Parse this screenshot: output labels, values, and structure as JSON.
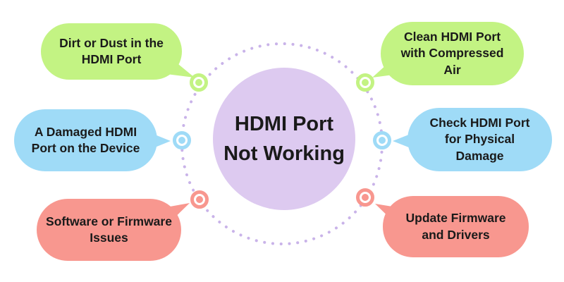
{
  "center": {
    "title": "HDMI Port\nNot Working"
  },
  "bubbles": [
    {
      "id": "dirt-or-dust",
      "side": "left",
      "color": "green",
      "text": "Dirt or Dust in the\nHDMI Port"
    },
    {
      "id": "damaged-port",
      "side": "left",
      "color": "blue",
      "text": "A Damaged HDMI\nPort on the Device"
    },
    {
      "id": "software-firmware-issues",
      "side": "left",
      "color": "red",
      "text": "Software or Firmware\nIssues"
    },
    {
      "id": "clean-port",
      "side": "right",
      "color": "green",
      "text": "Clean HDMI Port\nwith Compressed\nAir"
    },
    {
      "id": "check-port-damage",
      "side": "right",
      "color": "blue",
      "text": "Check HDMI Port\nfor Physical\nDamage"
    },
    {
      "id": "update-firmware-drivers",
      "side": "right",
      "color": "red",
      "text": "Update Firmware\nand Drivers"
    }
  ],
  "connector_dots": [
    {
      "color": "green",
      "position": "upper-left"
    },
    {
      "color": "green",
      "position": "upper-right"
    },
    {
      "color": "blue",
      "position": "middle-left"
    },
    {
      "color": "blue",
      "position": "middle-right"
    },
    {
      "color": "red",
      "position": "lower-left"
    },
    {
      "color": "red",
      "position": "lower-right"
    }
  ],
  "colors": {
    "green": "#c3f383",
    "blue": "#9fdbf7",
    "red": "#f8978f",
    "purple": "#ddcaf0",
    "dots": "#c9b3e9",
    "text": "#1a1a1a"
  }
}
